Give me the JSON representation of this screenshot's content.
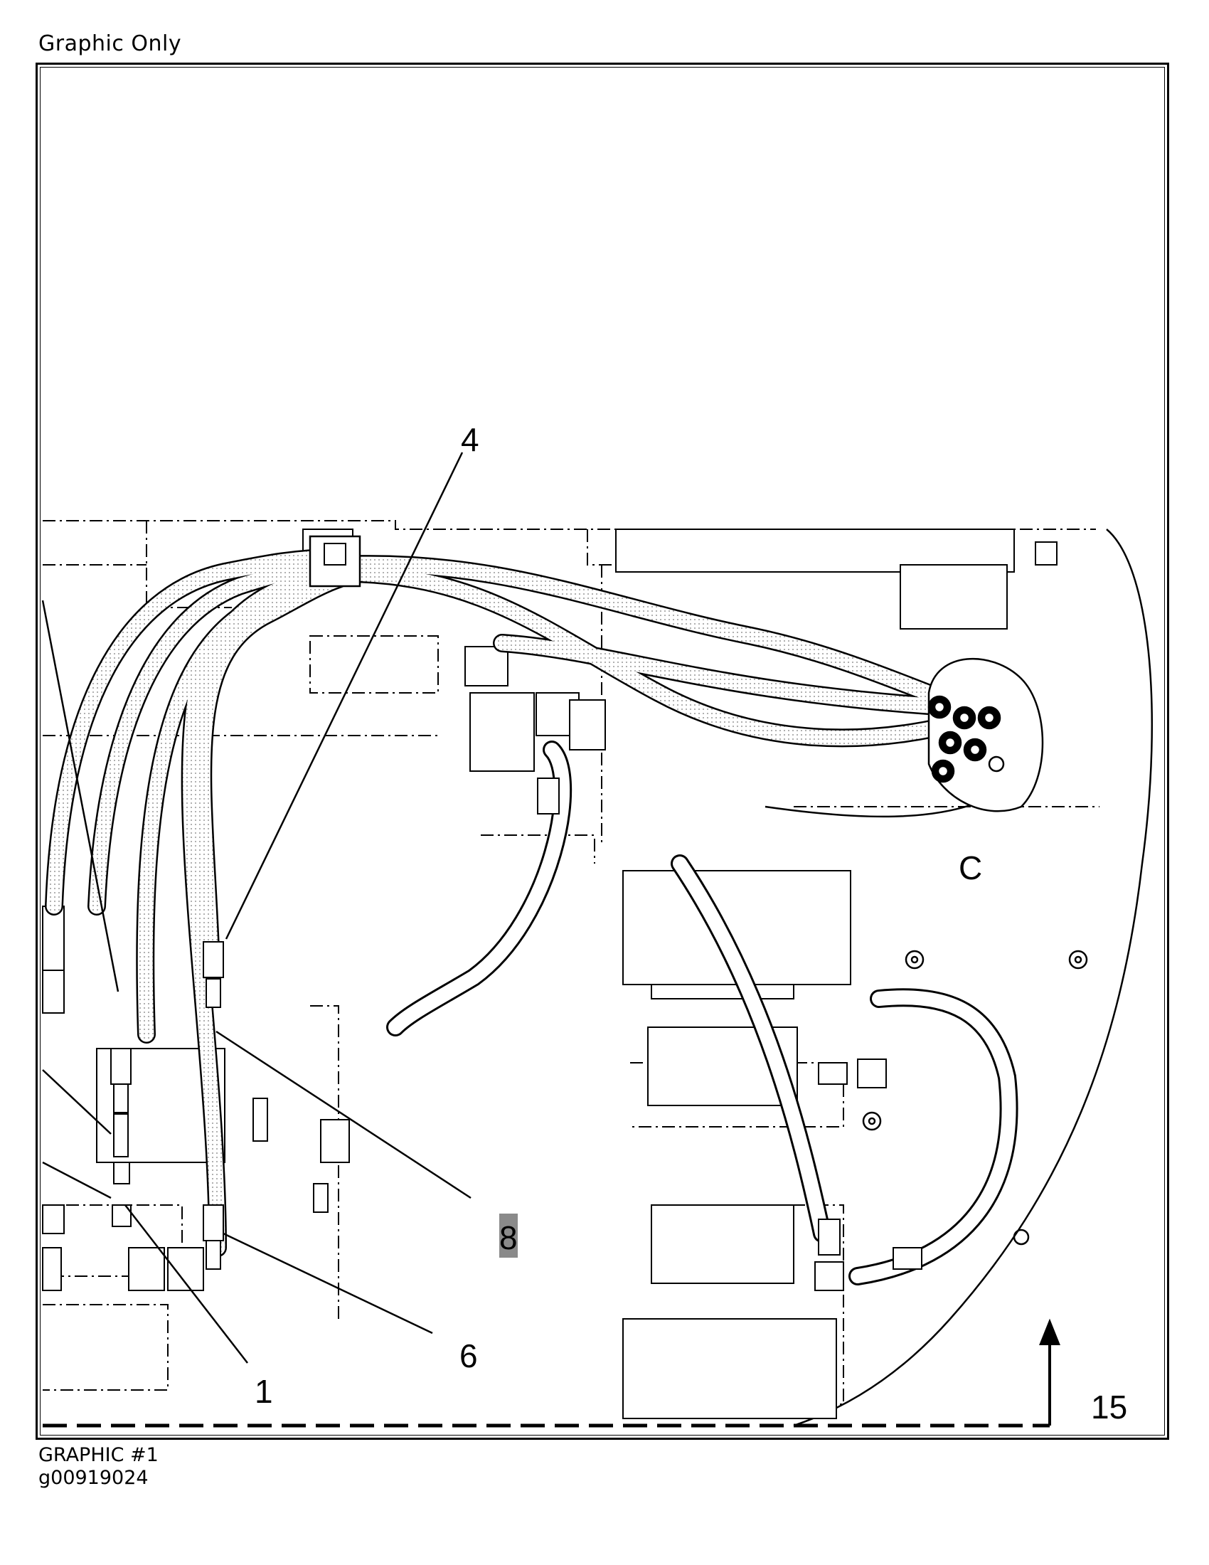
{
  "header": {
    "label": "Graphic Only"
  },
  "diagram": {
    "callouts": {
      "c1": "1",
      "c4": "4",
      "c6": "6",
      "c8": "8"
    },
    "area_label": "C",
    "page_ref": "15",
    "colors": {
      "line": "#000000",
      "hose_fill": "#e3e3e3",
      "highlight": "#8a8a8a"
    }
  },
  "footer": {
    "graphic_number": "GRAPHIC #1",
    "graphic_id": "g00919024"
  }
}
